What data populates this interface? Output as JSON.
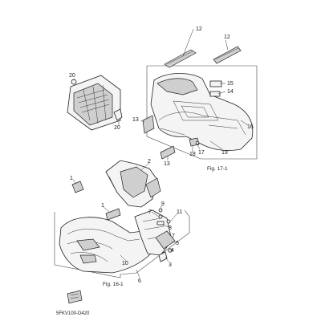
{
  "callouts": {
    "c1a": "1",
    "c1b": "1",
    "c2": "2",
    "c3": "3",
    "c4": "4",
    "c5": "5",
    "c6": "6",
    "c7a": "7",
    "c7b": "7",
    "c8": "8",
    "c9": "9",
    "c10": "10",
    "c11": "11",
    "c12a": "12",
    "c12b": "12",
    "c13a": "13",
    "c13b": "13",
    "c14": "14",
    "c15": "15",
    "c16": "16",
    "c17": "17",
    "c18": "18",
    "c19": "19",
    "c20a": "20",
    "c20b": "20"
  },
  "figure_refs": {
    "fig17": "Fig. 17-1",
    "fig16": "Fig. 16-1"
  },
  "catalog_code": "5FKV100-D420"
}
